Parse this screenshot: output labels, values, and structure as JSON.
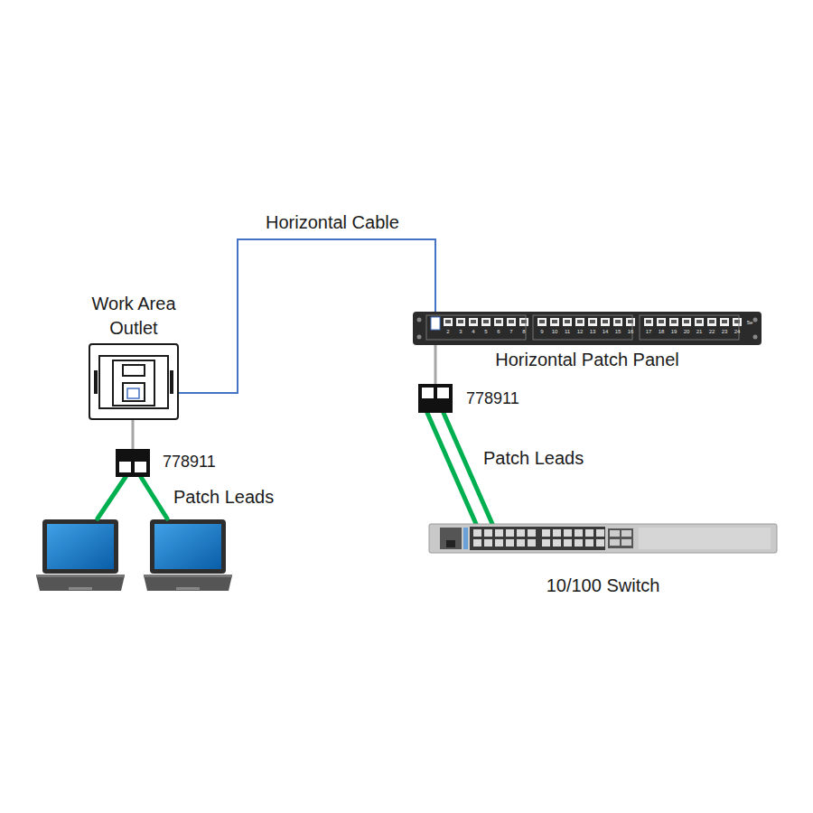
{
  "diagram": {
    "nodes": [
      {
        "text": [
          "Work Area Outlet"
        ]
      },
      {
        "text": [
          "778911"
        ]
      },
      {
        "text": [
          "Horizontal Patch Panel"
        ]
      },
      {
        "text": [
          "778911"
        ]
      },
      {
        "text": [
          "10/100 Switch"
        ]
      }
    ],
    "edges": [
      {
        "from": 0,
        "to": 2,
        "label": "Horizontal Cable",
        "arrow": "none"
      },
      {
        "from": 0,
        "to": 1,
        "arrow": "none"
      },
      {
        "from": 2,
        "to": 3,
        "arrow": "none"
      },
      {
        "from": 3,
        "to": 4,
        "arrow": "none"
      },
      {
        "from": 3,
        "to": 4,
        "arrow": "none"
      }
    ],
    "labels": [
      "Patch Leads",
      "Patch Leads",
      "2",
      "3",
      "4",
      "5",
      "6",
      "7",
      "8",
      "9",
      "10",
      "11",
      "12",
      "13",
      "14",
      "15",
      "16",
      "17",
      "18",
      "19",
      "20",
      "21",
      "22",
      "23",
      "24",
      "5e"
    ]
  }
}
